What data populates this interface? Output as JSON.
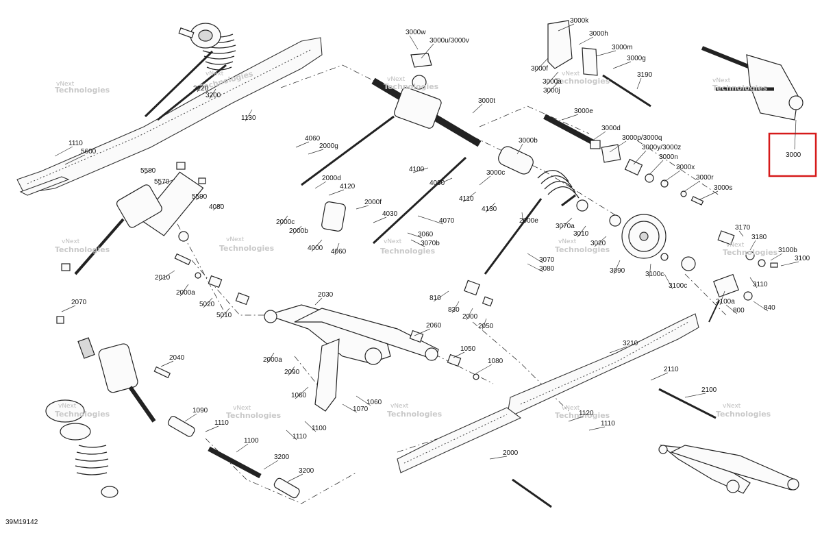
{
  "diagram_ref": "39M19142",
  "highlight_color": "#d61a1a",
  "watermark": {
    "line1": "vNext",
    "line2": "Technologies"
  },
  "highlighted_callout": "3000",
  "callouts": [
    "3000w",
    "3000u/3000v",
    "3000k",
    "3000h",
    "3000m",
    "3000g",
    "3000f",
    "3000a",
    "3000j",
    "3190",
    "3000t",
    "3000e",
    "3000d",
    "3000p/3000q",
    "3000b",
    "3000y/3000z",
    "3000n",
    "3000x",
    "3000r",
    "3000s",
    "3000c",
    "3220",
    "3200",
    "1130",
    "1110",
    "5600",
    "5580",
    "5570",
    "5590",
    "4080",
    "4060",
    "2000g",
    "2000d",
    "4120",
    "4100",
    "4090",
    "4110",
    "4130",
    "2000e",
    "2000f",
    "4030",
    "2000c",
    "2000b",
    "4000",
    "4060",
    "4070",
    "3060",
    "3070b",
    "3070a",
    "3010",
    "3020",
    "3070",
    "3080",
    "3090",
    "3100c",
    "3100c",
    "3170",
    "3180",
    "3100b",
    "3100",
    "3110",
    "3100a",
    "840",
    "800",
    "810",
    "830",
    "2000",
    "2050",
    "2030",
    "2010",
    "2000a",
    "5020",
    "5010",
    "2070",
    "2040",
    "2060",
    "2000a",
    "2090",
    "1050",
    "1080",
    "1060",
    "1060",
    "1070",
    "1100",
    "1110",
    "1090",
    "1110",
    "1100",
    "3200",
    "3200",
    "3210",
    "2110",
    "2100",
    "1110",
    "1120",
    "2000"
  ]
}
